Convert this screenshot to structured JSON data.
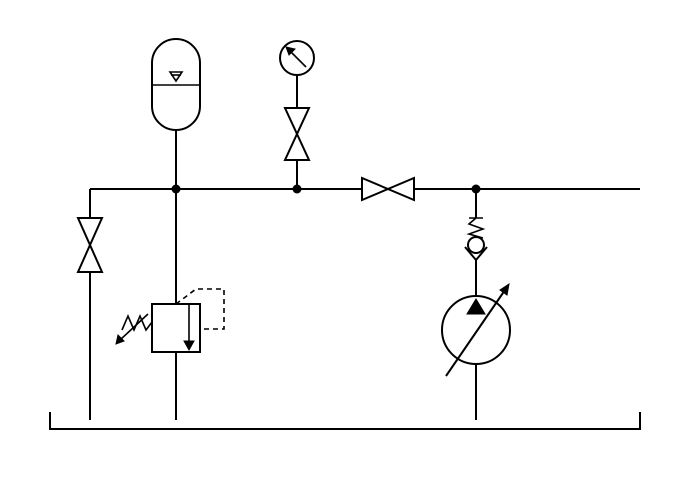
{
  "diagram": {
    "type": "hydraulic-schematic",
    "colors": {
      "stroke": "#000000",
      "background": "#ffffff"
    },
    "components": [
      {
        "id": "accumulator",
        "icon": "hydraulic-accumulator-icon"
      },
      {
        "id": "pressure-gauge",
        "icon": "pressure-gauge-icon"
      },
      {
        "id": "gauge-shutoff-valve",
        "icon": "shutoff-valve-icon"
      },
      {
        "id": "main-line-shutoff-valve",
        "icon": "shutoff-valve-icon"
      },
      {
        "id": "drain-shutoff-valve",
        "icon": "shutoff-valve-icon"
      },
      {
        "id": "pressure-relief-valve",
        "icon": "pressure-relief-valve-icon"
      },
      {
        "id": "check-valve",
        "icon": "spring-loaded-check-valve-icon"
      },
      {
        "id": "variable-displacement-pump",
        "icon": "variable-pump-icon"
      },
      {
        "id": "tank-return-line",
        "icon": "tank-line-icon"
      }
    ]
  }
}
